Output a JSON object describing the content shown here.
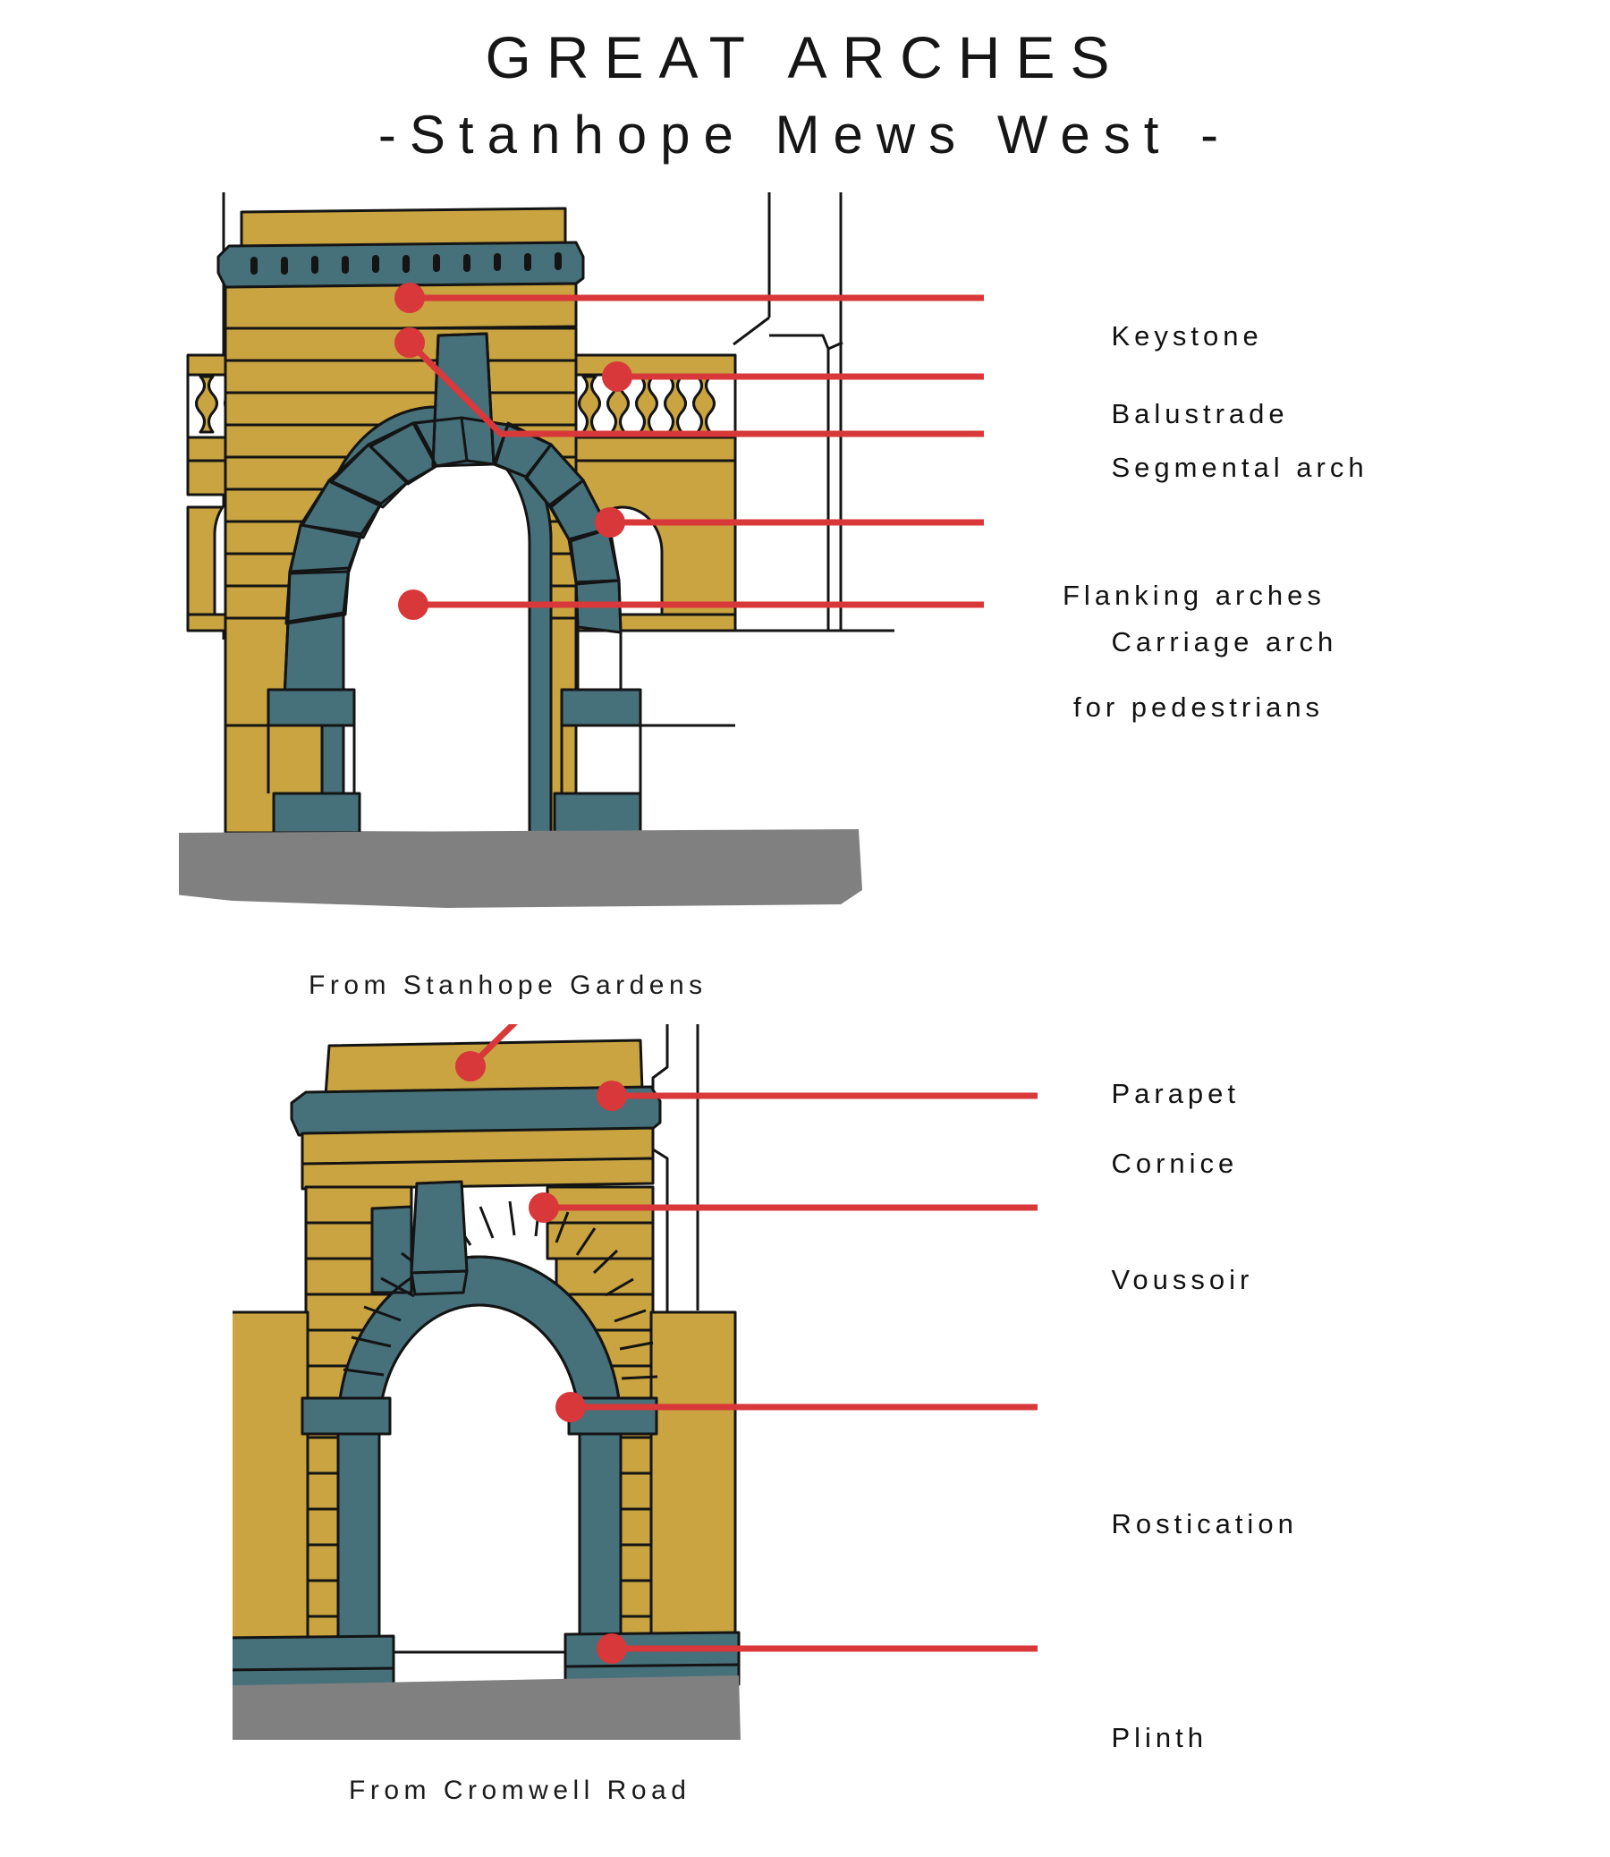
{
  "title": {
    "main": "GREAT ARCHES",
    "subtitle": "-Stanhope Mews West -"
  },
  "colors": {
    "stone_ochre": "#c9a440",
    "stone_ochre_light": "#d4b055",
    "voussoir_teal": "#46707a",
    "voussoir_teal_dark": "#3d636c",
    "ground_grey": "#808080",
    "annotation_red": "#d8383a",
    "outline_black": "#141414",
    "background": "#ffffff"
  },
  "figures": [
    {
      "id": "stanhope-gardens",
      "caption": "From Stanhope Gardens",
      "labels": [
        {
          "id": "keystone",
          "text": "Keystone",
          "lines": [
            "Keystone"
          ]
        },
        {
          "id": "balustrade",
          "text": "Balustrade",
          "lines": [
            "Balustrade"
          ]
        },
        {
          "id": "segmental-arch",
          "text": "Segmental arch",
          "lines": [
            "Segmental arch"
          ]
        },
        {
          "id": "flanking-arches",
          "text": "Flanking arches for pedestrians",
          "lines": [
            "Flanking arches",
            "for pedestrians"
          ]
        },
        {
          "id": "carriage-arch",
          "text": "Carriage arch",
          "lines": [
            "Carriage arch"
          ]
        }
      ]
    },
    {
      "id": "cromwell-road",
      "caption": "From Cromwell Road",
      "labels": [
        {
          "id": "parapet",
          "text": "Parapet",
          "lines": [
            "Parapet"
          ]
        },
        {
          "id": "cornice",
          "text": "Cornice",
          "lines": [
            "Cornice"
          ]
        },
        {
          "id": "voussoir",
          "text": "Voussoir",
          "lines": [
            "Voussoir"
          ]
        },
        {
          "id": "rostication",
          "text": "Rostication",
          "lines": [
            "Rostication"
          ]
        },
        {
          "id": "plinth",
          "text": "Plinth",
          "lines": [
            "Plinth"
          ]
        }
      ]
    }
  ]
}
